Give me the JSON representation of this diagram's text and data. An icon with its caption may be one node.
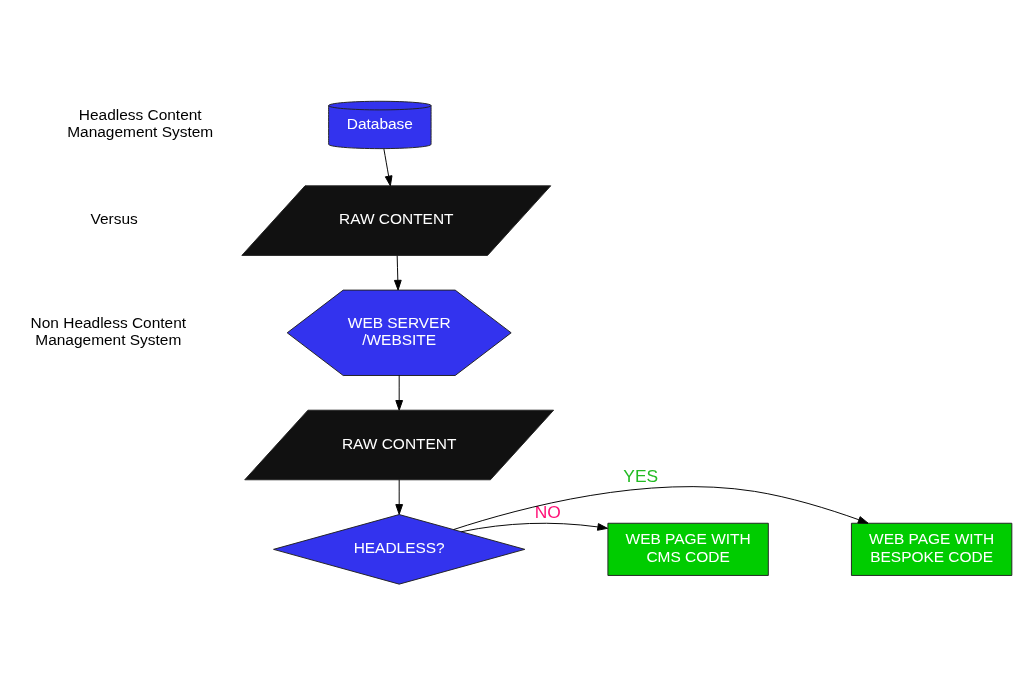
{
  "diagram": {
    "nodes": [
      {
        "text": [
          "Database"
        ]
      },
      {
        "text": [
          "RAW CONTENT"
        ]
      },
      {
        "text": [
          "WEB SERVER /WEBSITE"
        ]
      },
      {
        "text": [
          "RAW CONTENT"
        ]
      },
      {
        "text": [
          "HEADLESS?"
        ]
      },
      {
        "text": [
          "WEB PAGE WITH CMS CODE"
        ]
      },
      {
        "text": [
          "WEB PAGE WITH BESPOKE CODE"
        ]
      }
    ],
    "edges": [
      {
        "from": 0,
        "to": 1,
        "arrow": "to"
      },
      {
        "from": 1,
        "to": 2,
        "arrow": "to"
      },
      {
        "from": 2,
        "to": 3,
        "arrow": "to"
      },
      {
        "from": 3,
        "to": 4,
        "arrow": "to"
      },
      {
        "from": 4,
        "to": 5,
        "arrow": "to",
        "label": "NO"
      },
      {
        "from": 4,
        "to": 6,
        "arrow": "to",
        "label": "YES"
      }
    ],
    "labels": [
      "Headless Content Management System",
      "Versus",
      "Non Headless Content Management System"
    ]
  }
}
